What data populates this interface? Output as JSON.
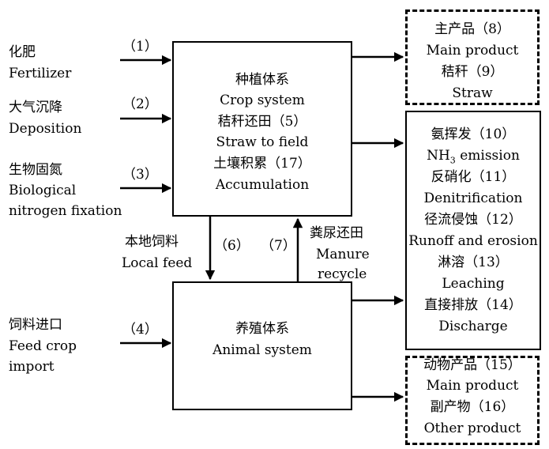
{
  "inputs": {
    "fertilizer": {
      "num": "（1）",
      "zh": "化肥",
      "en": "Fertilizer"
    },
    "deposition": {
      "num": "（2）",
      "zh": "大气沉降",
      "en": "Deposition"
    },
    "biological": {
      "num": "（3）",
      "zh": "生物固氮",
      "en1": "Biological",
      "en2": "nitrogen fixation"
    },
    "feed_import": {
      "num": "（4）",
      "zh": "饲料进口",
      "en1": "Feed crop",
      "en2": "import"
    }
  },
  "crop_system": {
    "zh": "种植体系",
    "en": "Crop system",
    "straw_zh": "秸秆还田（5）",
    "straw_en": "Straw to field",
    "accum_zh": "土壤积累（17）",
    "accum_en": "Accumulation"
  },
  "animal_system": {
    "zh": "养殖体系",
    "en": "Animal system"
  },
  "local_feed": {
    "num": "（6）",
    "zh": "本地饲料",
    "en": "Local feed"
  },
  "manure": {
    "num": "（7）",
    "zh": "粪尿还田",
    "en1": "Manure",
    "en2": "recycle"
  },
  "crop_outputs": {
    "main_zh": "主产品（8）",
    "main_en": "Main product",
    "straw_zh": "秸秆（9）",
    "straw_en": "Straw"
  },
  "losses": [
    {
      "zh": "氨挥发（10）",
      "en": "NH3 emission"
    },
    {
      "zh": "反硝化（11）",
      "en": "Denitrification"
    },
    {
      "zh": "径流侵蚀（12）",
      "en": "Runoff and erosion"
    },
    {
      "zh": "淋溶（13）",
      "en": "Leaching"
    },
    {
      "zh": "直接排放（14）",
      "en": "Discharge"
    }
  ],
  "animal_outputs": {
    "main_zh": "动物产品（15）",
    "main_en": "Main product",
    "other_zh": "副产物（16）",
    "other_en": "Other product"
  }
}
